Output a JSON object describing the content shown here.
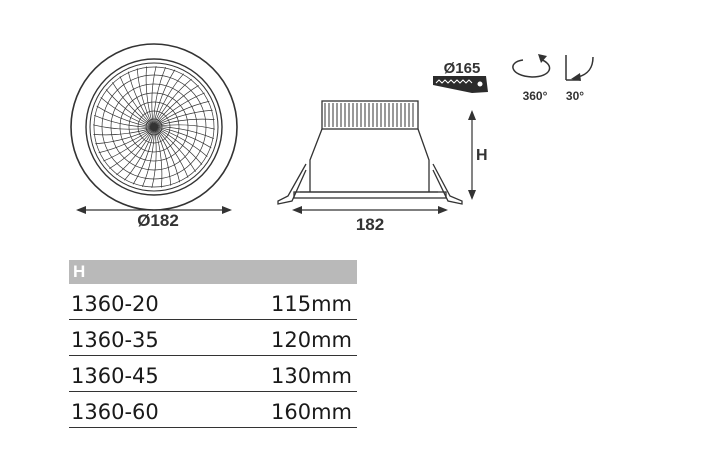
{
  "top_view": {
    "diameter_label": "Ø182"
  },
  "side_view": {
    "width_label": "182",
    "height_label": "H"
  },
  "cutout": {
    "diameter_label": "Ø165"
  },
  "rotation": {
    "horizontal_label": "360°",
    "tilt_label": "30°"
  },
  "table": {
    "header": "H",
    "rows": [
      {
        "model": "1360-20",
        "height": "115mm"
      },
      {
        "model": "1360-35",
        "height": "120mm"
      },
      {
        "model": "1360-45",
        "height": "130mm"
      },
      {
        "model": "1360-60",
        "height": "160mm"
      }
    ]
  }
}
